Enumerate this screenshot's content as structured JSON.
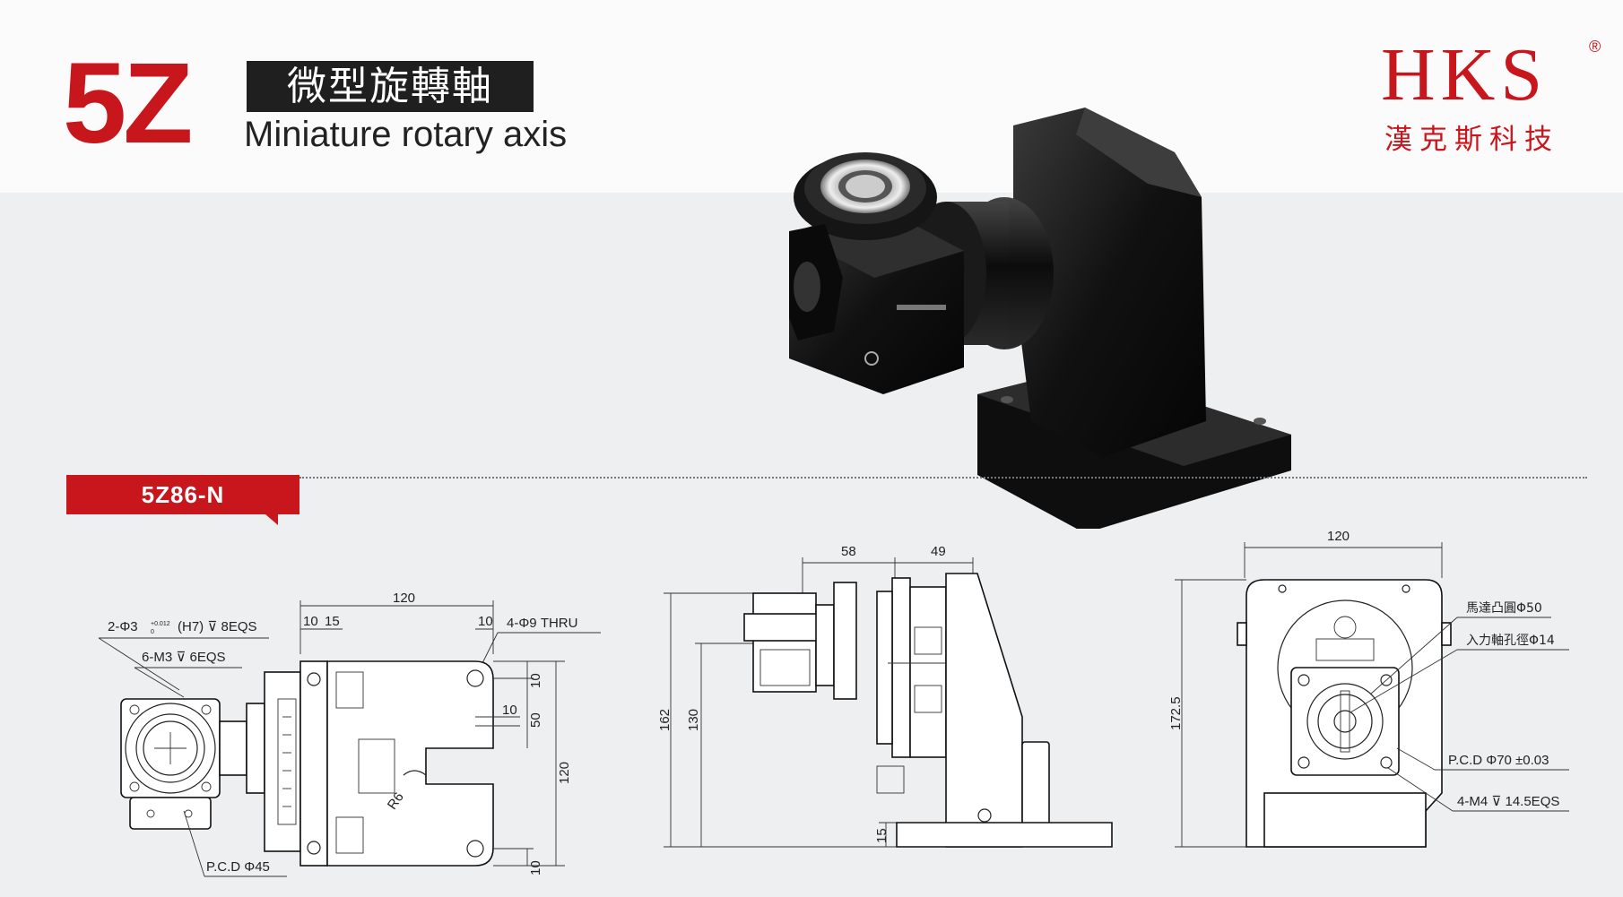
{
  "header": {
    "series_code": "5Z",
    "title_zh": "微型旋轉軸",
    "title_en": "Miniature rotary axis"
  },
  "brand": {
    "logo_text": "HKS",
    "registered_mark": "®",
    "company_zh": "漢克斯科技",
    "color": "#c8161d"
  },
  "model": {
    "label": "5Z86-N"
  },
  "front_view": {
    "callouts": {
      "dowel_holes_prefix": "2-Φ3",
      "dowel_tol_upper": "+0.012",
      "dowel_tol_lower": "0",
      "dowel_holes_suffix": "(H7) ⊽ 8EQS",
      "tapped_holes": "6-M3 ⊽ 6EQS",
      "thru_holes": "4-Φ9 THRU",
      "pcd": "P.C.D Φ45",
      "radius": "R6"
    },
    "dims": {
      "width_top": "120",
      "d10a": "10",
      "d15": "15",
      "d10b": "10",
      "right_10_top": "10",
      "right_50": "50",
      "right_120": "120",
      "right_10_bottom": "10",
      "slot_10": "10"
    }
  },
  "side_view": {
    "dims": {
      "d58": "58",
      "d49": "49",
      "h162": "162",
      "h130": "130",
      "h15": "15"
    }
  },
  "rear_view": {
    "callouts": {
      "motor_boss": "馬達凸圓Φ50",
      "input_bore": "入力軸孔徑Φ14",
      "pcd": "P.C.D Φ70 ±0.03",
      "tapped_holes": "4-M4 ⊽ 14.5EQS"
    },
    "dims": {
      "w120": "120",
      "h172_5": "172.5"
    }
  }
}
